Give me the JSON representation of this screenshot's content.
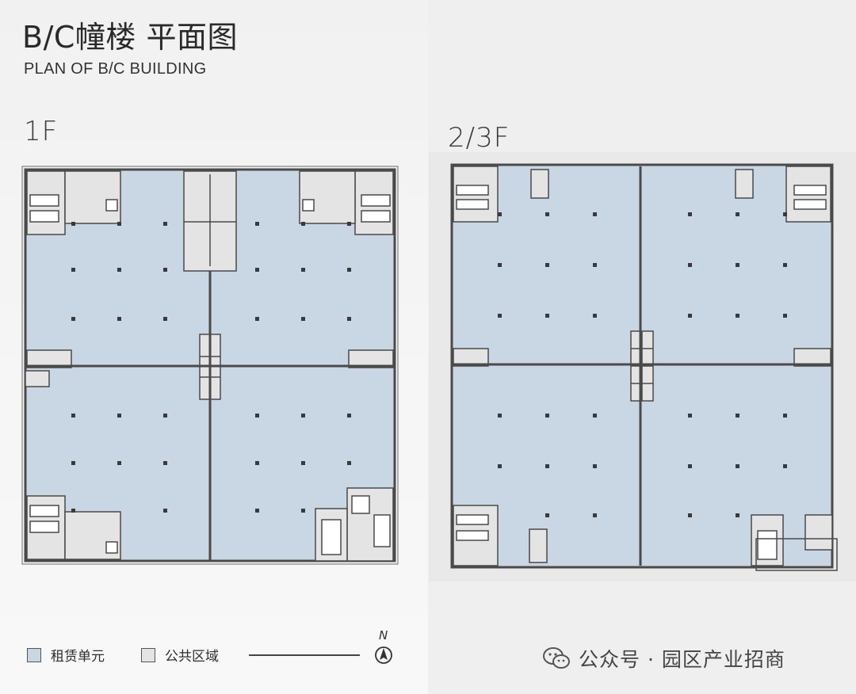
{
  "header": {
    "title": "B/C幢楼 平面图",
    "subtitle": "PLAN OF B/C BUILDING"
  },
  "plans": {
    "first_floor_label": "1F",
    "upper_floor_label": "2/3F"
  },
  "legend": {
    "rental_label": "租赁单元",
    "public_label": "公共区域",
    "north_label": "N"
  },
  "watermark": {
    "text": "公众号 · 园区产业招商",
    "icon": "wechat-icon"
  },
  "colors": {
    "rental": "#c9d6e3",
    "public": "#e4e4e4",
    "wall": "#4a4a4a"
  }
}
